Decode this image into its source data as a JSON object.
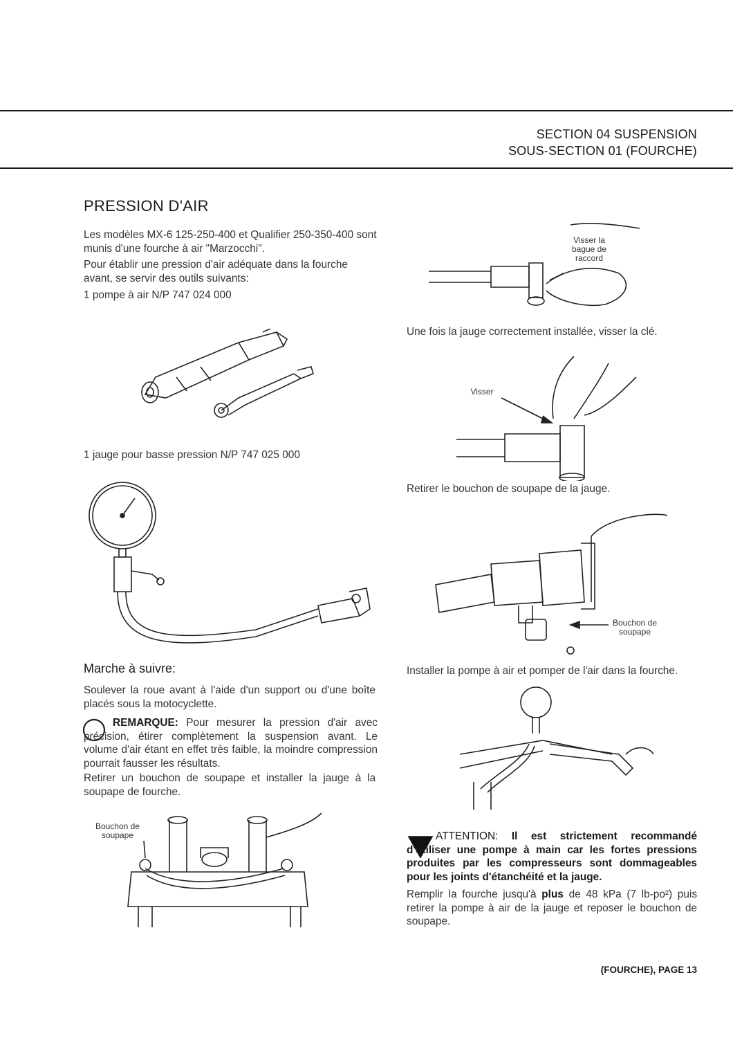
{
  "header": {
    "section": "SECTION 04 SUSPENSION",
    "subsection": "SOUS-SECTION 01 (FOURCHE)"
  },
  "title": "PRESSION D'AIR",
  "left": {
    "intro_1": "Les modèles MX-6 125-250-400 et Qualifier 250-350-400 sont munis d'une fourche à air \"Marzocchi\".",
    "intro_2": "Pour établir une pression d'air adéquate dans la fourche avant, se servir des outils suivants:",
    "tool_1": "1  pompe à air N/P 747 024 000",
    "tool_2": "1  jauge pour basse pression N/P 747 025 000",
    "procedure_heading": "Marche à suivre:",
    "step_1": "Soulever la roue avant à l'aide d'un support ou d'une boîte placés sous la motocyclette.",
    "note_label": "REMARQUE:",
    "note_text": "Pour mesurer la pression d'air avec précision, étirer complètement la suspension avant. Le volume d'air étant en effet très faible, la moindre compression pourrait fausser les résultats.",
    "step_2": "Retirer un bouchon de soupape et installer la jauge à la soupape de fourche.",
    "fig_label_valve_cap": "Bouchon de soupape"
  },
  "right": {
    "fig1_label": "Visser la bague de raccord",
    "caption_1": "Une fois la jauge correctement installée, visser la clé.",
    "fig2_label": "Visser",
    "caption_2": "Retirer le bouchon de soupape de la jauge.",
    "fig3_label": "Bouchon de soupape",
    "caption_3": "Installer la pompe à air et pomper de l'air dans la fourche.",
    "warning_label": "ATTENTION:",
    "warning_text": "Il est strictement recommandé d'utiliser une pompe à main car les fortes pressions produites par les compresseurs sont dommageables pour les joints d'étanchéité et la jauge.",
    "fill_pre": "Remplir la fourche jusqu'à",
    "fill_bold": "plus",
    "fill_post": "de 48 kPa (7 lb-po²) puis retirer la pompe à air de la jauge et reposer le bouchon de soupape."
  },
  "footer": {
    "page": "(FOURCHE), PAGE 13"
  }
}
